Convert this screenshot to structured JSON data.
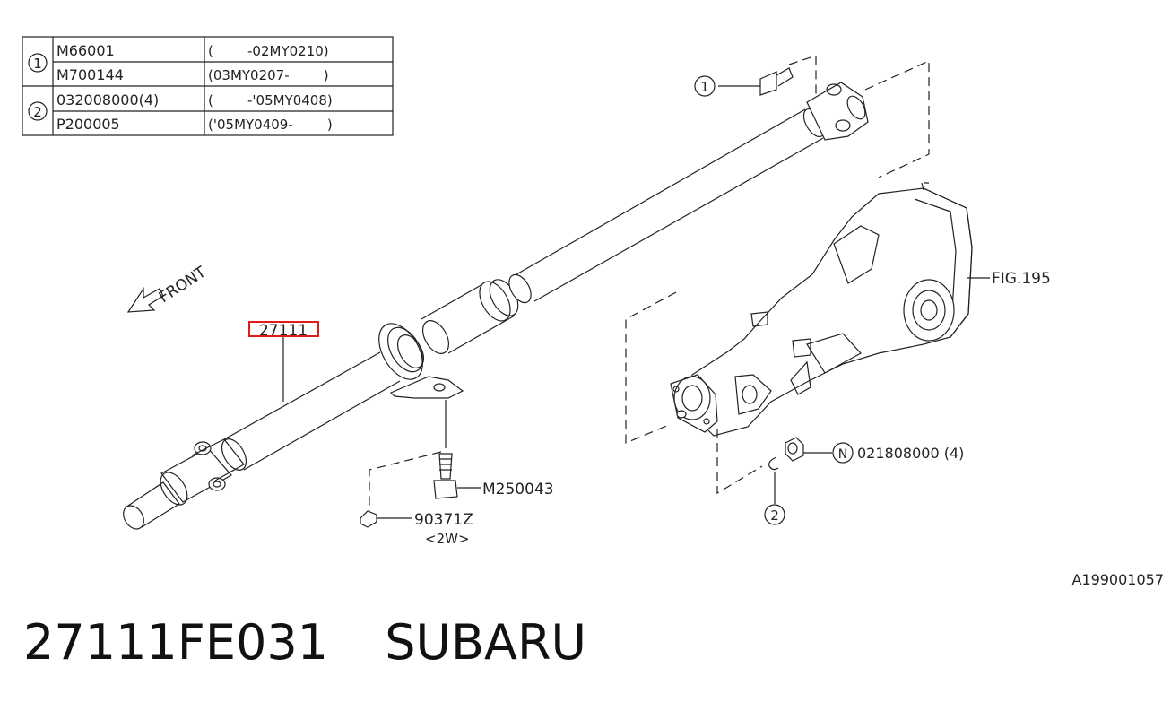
{
  "legend_table": {
    "rows": [
      {
        "ref": "1",
        "part": "M66001",
        "range": "(        -02MY0210)"
      },
      {
        "ref": "1",
        "part": "M700144",
        "range": "(03MY0207-        )"
      },
      {
        "ref": "2",
        "part": "032008000(4)",
        "range": "(        -'05MY0408)"
      },
      {
        "ref": "2",
        "part": "P200005",
        "range": "('05MY0409-        )"
      }
    ],
    "groups": [
      "1",
      "2"
    ]
  },
  "labels": {
    "front": "FRONT",
    "main_part": "27111",
    "fig_ref": "FIG.195",
    "bolt_ref": "1",
    "washer_ref": "2",
    "nut_marker": "N",
    "nut_part": "021808000 (4)",
    "stud": "M250043",
    "nut2": "90371Z",
    "nut2_qty": "<2W>",
    "diagram_id": "A199001057"
  },
  "footer": {
    "part_number": "27111FE031",
    "brand": "SUBARU"
  },
  "colors": {
    "highlight": "#e01b1b",
    "line": "#222222"
  }
}
